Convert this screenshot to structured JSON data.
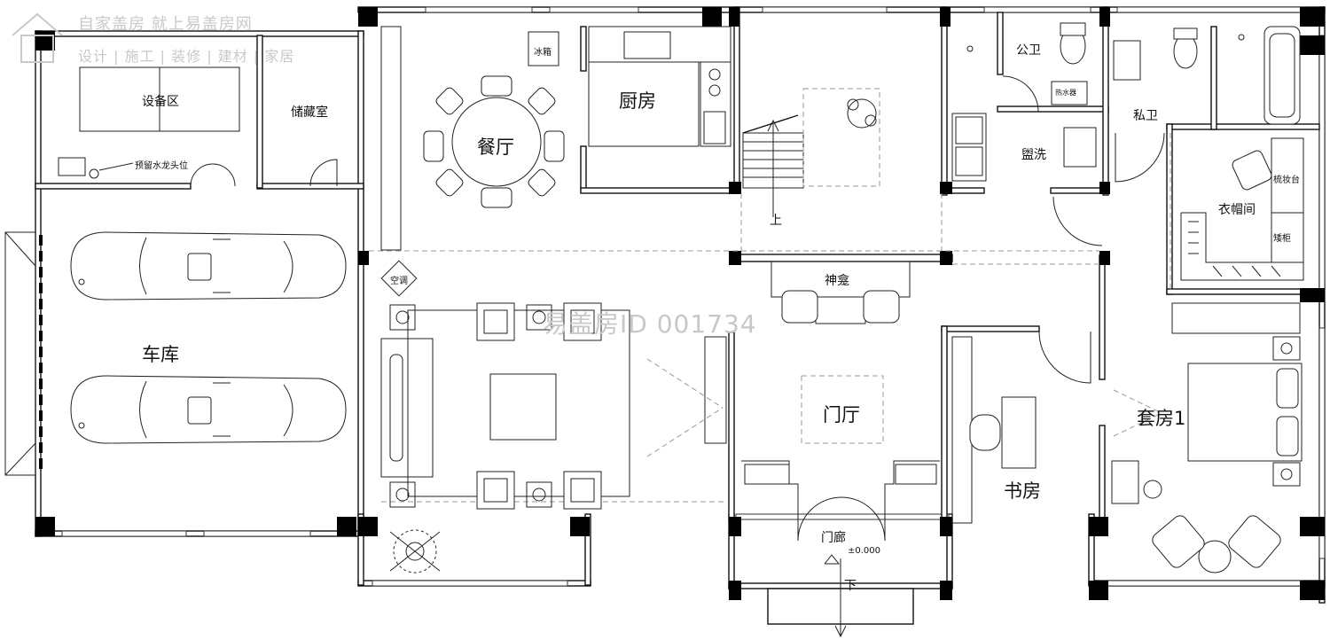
{
  "watermark": {
    "brand": "自家盖房 就上易盖房网",
    "services": "设计 | 施工 | 装修 | 建材 | 家居",
    "plan_id": "易盖房ID 001734"
  },
  "rooms": {
    "equipment": "设备区",
    "storage": "储藏室",
    "faucet_note": "预留水龙头位",
    "garage": "车库",
    "dining": "餐厅",
    "fridge": "冰箱",
    "kitchen": "厨房",
    "up_mark": "上",
    "public_wc": "公卫",
    "water_heater": "热水器",
    "washroom": "盥洗",
    "private_wc": "私卫",
    "vanity": "梳妆台",
    "cloakroom": "衣帽间",
    "wardrobe": "矮柜",
    "shrine": "神龛",
    "aircon": "空调",
    "foyer": "门厅",
    "study": "书房",
    "suite": "套房1",
    "porch": "门廊",
    "elevation": "±0.000",
    "down_mark": "下"
  },
  "colors": {
    "line": "#111111",
    "watermark": "#c9c9c9"
  },
  "icons": [
    "logo-icon",
    "car-icon",
    "toilet-icon",
    "bathtub-icon",
    "stove-icon",
    "sink-icon",
    "tree-icon",
    "plant-icon",
    "lamp-icon",
    "chair-icon",
    "bed-icon",
    "dining-table-icon"
  ]
}
